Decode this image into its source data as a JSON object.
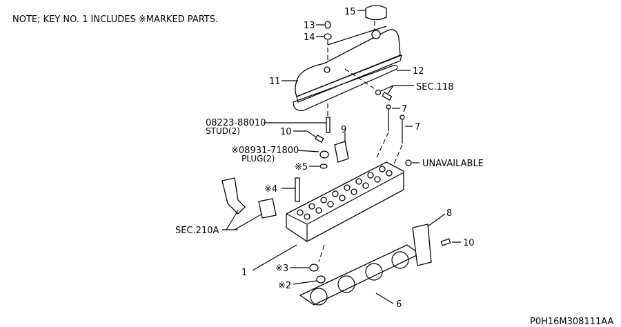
{
  "note": "NOTE; KEY NO. 1 INCLUDES ※MARKED PARTS.",
  "callouts": {
    "c1": "1",
    "c2": "※2",
    "c3": "※3",
    "c4": "※4",
    "c5": "※5",
    "c6": "6",
    "c7a": "7",
    "c7b": "7",
    "c8": "8",
    "c9": "9",
    "c10a": "10",
    "c10b": "10",
    "c11": "11",
    "c12": "12",
    "c13": "13",
    "c14": "14",
    "c15": "15"
  },
  "references": {
    "stud_part": "08223-88010",
    "stud_label": "STUD(2)",
    "plug_part": "※08931-71800",
    "plug_label": "PLUG(2)",
    "sec118": "SEC.118",
    "sec210a": "SEC.210A",
    "unavailable": "UNAVAILABLE"
  },
  "diagram_id": "P0H16M308111AA"
}
